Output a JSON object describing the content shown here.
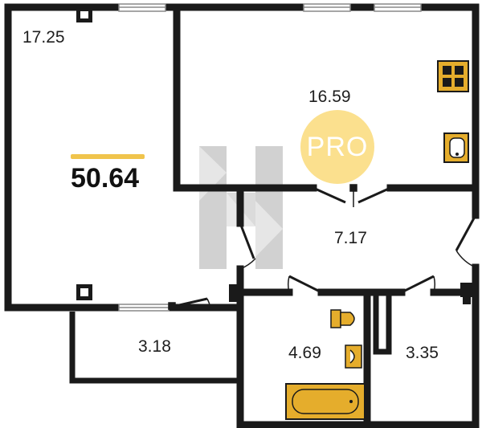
{
  "total_area": "50.64",
  "badge": "PRO",
  "rooms": [
    {
      "id": "room-living",
      "area": "17.25"
    },
    {
      "id": "room-kitchen",
      "area": "16.59"
    },
    {
      "id": "room-hall",
      "area": "7.17"
    },
    {
      "id": "room-balcony",
      "area": "3.18"
    },
    {
      "id": "room-bathroom",
      "area": "4.69"
    },
    {
      "id": "room-storage",
      "area": "3.35"
    }
  ],
  "colors": {
    "wall": "#1a1a1a",
    "accent": "#f0c44c",
    "fixture": "#e5ad2c",
    "badge": "#fbe08e",
    "watermark": "#9a9a9a"
  }
}
